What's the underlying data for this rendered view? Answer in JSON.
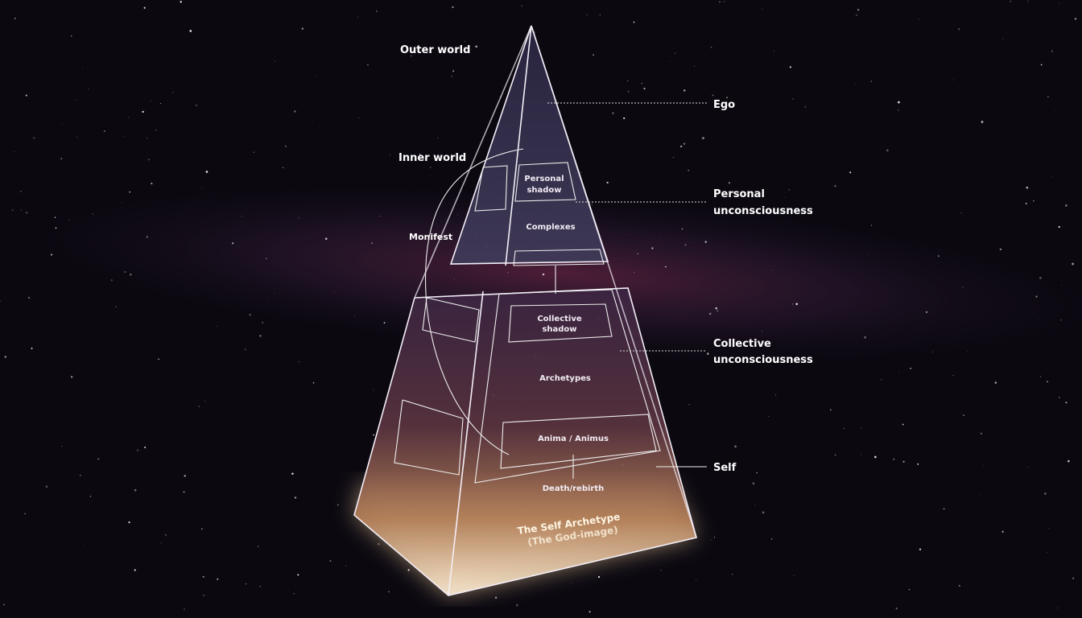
{
  "labels": {
    "outer_world": "Outer world",
    "ego": "Ego",
    "inner_world": "Inner world",
    "personal_line1": "Personal",
    "personal_line2": "unconsciousness",
    "collective_line1": "Collective",
    "collective_line2": "unconsciousness",
    "self": "Self",
    "manifest": "Monifest"
  },
  "inner": {
    "personal_shadow_1": "Personal",
    "personal_shadow_2": "shadow",
    "complexes": "Complexes",
    "collective_shadow_1": "Collective",
    "collective_shadow_2": "shadow",
    "archetypes": "Archetypes",
    "anima": "Anima / Animus",
    "death": "Death/rebirth",
    "self_arch_1": "The Self Archetype",
    "self_arch_2": "(The God-image)"
  },
  "colors": {
    "glow": "#ffe7c2",
    "nebula": "#7a2c4a",
    "space": "#0b0810"
  }
}
